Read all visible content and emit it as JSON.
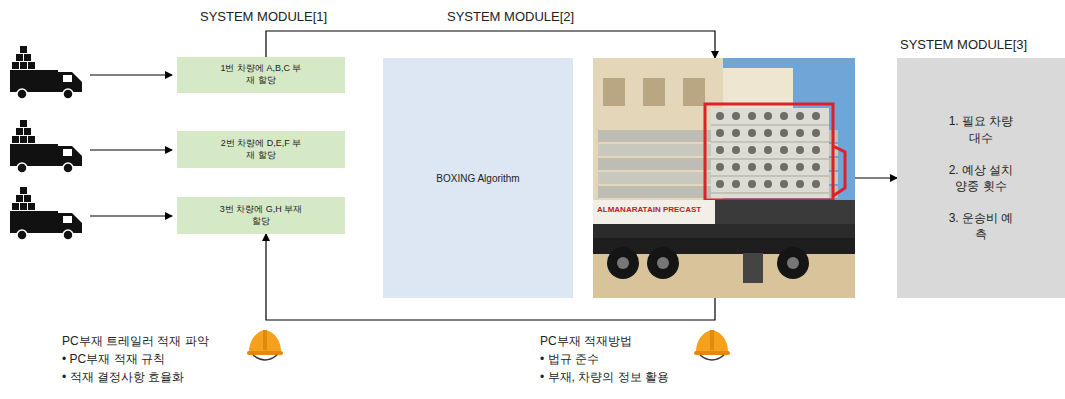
{
  "diagram": {
    "nodes": [
      {
        "text": [
          "1번 차량에 A,B,C 부재 할당"
        ]
      },
      {
        "text": [
          "2번 차량에 D,E,F 부재 할당"
        ]
      },
      {
        "text": [
          "3번 차량에 G,H 부재 할당"
        ]
      },
      {
        "text": [
          "BOXING Algorithm"
        ]
      },
      {
        "text": [
          "ALMANARATAIN PRECAST"
        ]
      },
      {
        "text": [
          "1. 필요 차량 대수",
          "2. 예상 설치 양중 횟수",
          "3. 운송비 예측"
        ]
      }
    ],
    "edges": [
      {
        "from": 0,
        "to": 4,
        "arrow": "to"
      },
      {
        "from": 4,
        "to": 2,
        "arrow": "to"
      },
      {
        "from": 4,
        "to": 5,
        "arrow": "to"
      }
    ],
    "labels": [
      "SYSTEM MODULE[1]",
      "SYSTEM MODULE[2]",
      "SYSTEM MODULE[3]",
      "PC부재 트레일러 적재 파악",
      "• PC부재 적재 규칙",
      "• 적재 결정사항 효율화",
      "PC부재 적재방법",
      "• 법규 준수",
      "• 부재, 차량의 정보 활용"
    ]
  }
}
